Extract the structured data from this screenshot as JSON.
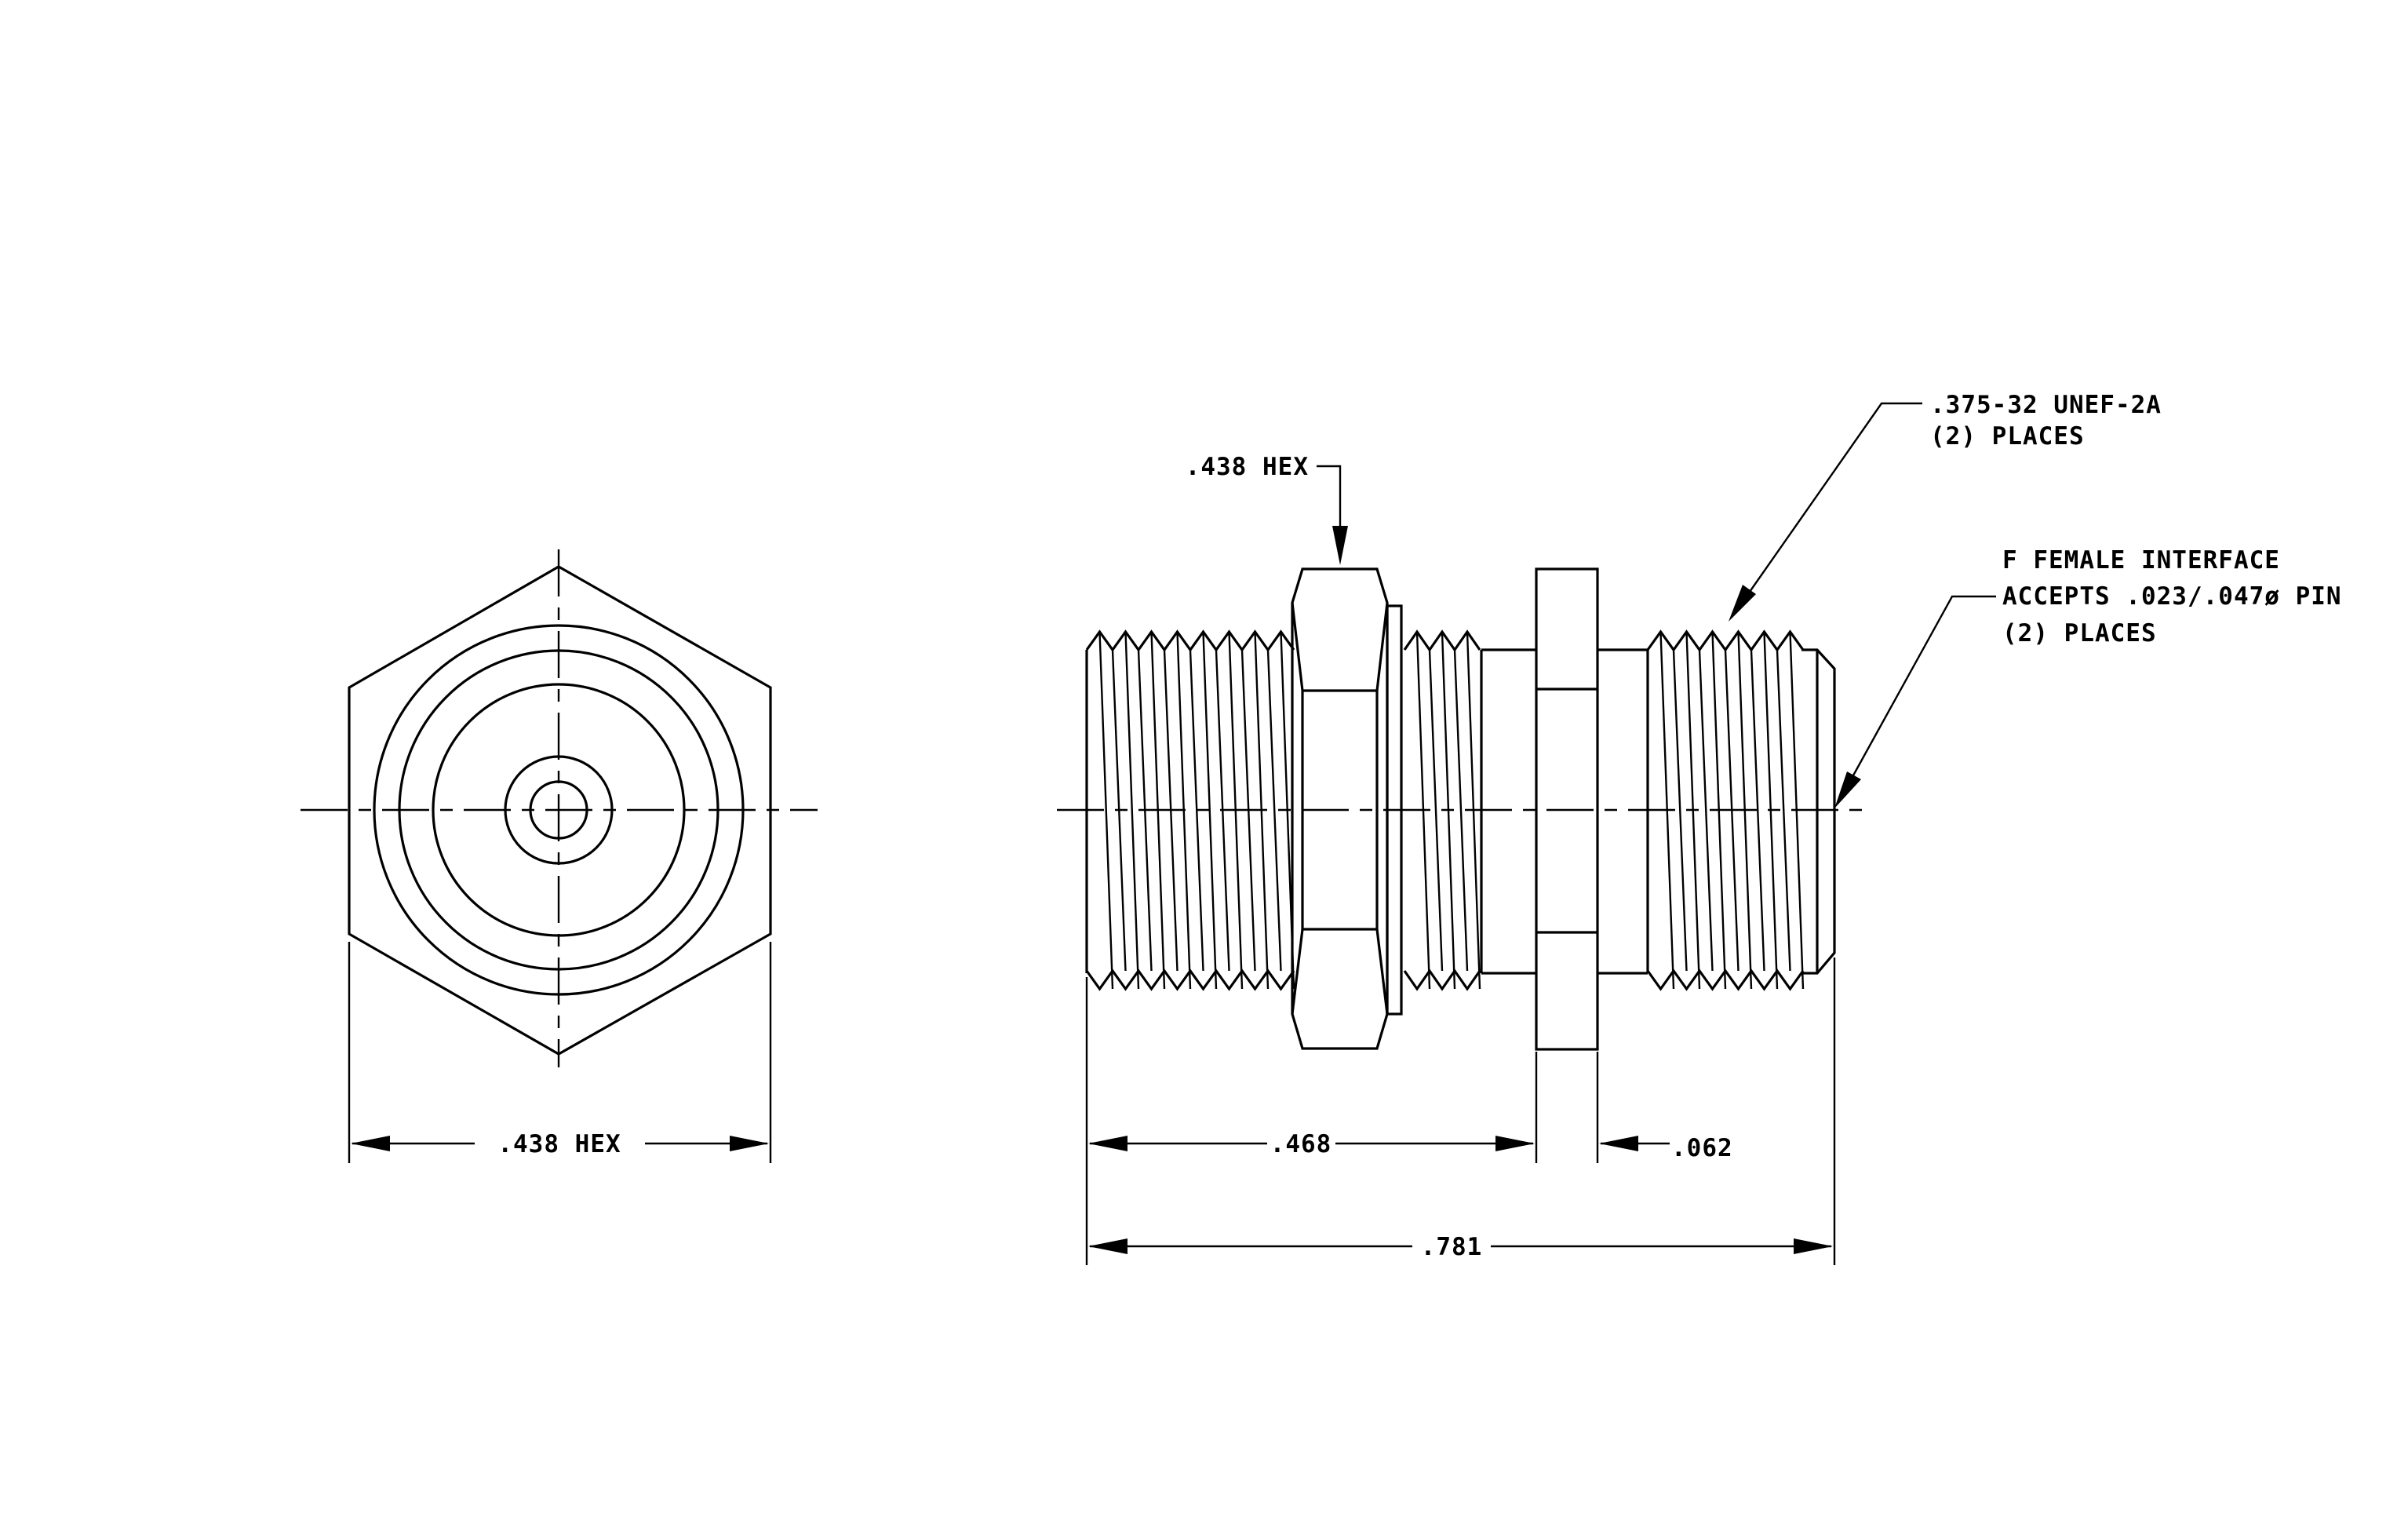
{
  "end_view": {
    "hex_label": ".438 HEX"
  },
  "side_view": {
    "hex_callout": ".438 HEX",
    "dim_overall": ".781",
    "dim_body": ".468",
    "dim_flange": ".062",
    "thread_callout": {
      "line1": ".375-32 UNEF-2A",
      "line2": "(2) PLACES"
    },
    "interface_callout": {
      "line1": "F FEMALE INTERFACE",
      "line2": "ACCEPTS .023/.047ø PIN",
      "line3": "(2) PLACES"
    }
  },
  "colors": {
    "line": "#000000",
    "background": "#ffffff"
  }
}
